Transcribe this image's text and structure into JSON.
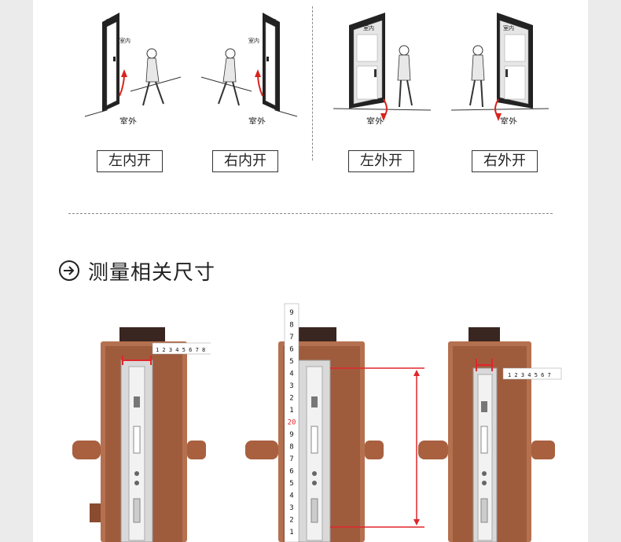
{
  "doors": [
    {
      "id": "left-inward",
      "label": "左内开",
      "inside": "室内",
      "outside": "室外"
    },
    {
      "id": "right-inward",
      "label": "右内开",
      "inside": "室内",
      "outside": "室外"
    },
    {
      "id": "left-outward",
      "label": "左外开",
      "inside": "室内",
      "outside": "室外"
    },
    {
      "id": "right-outward",
      "label": "右外开",
      "inside": "室内",
      "outside": "室外"
    }
  ],
  "section": {
    "title": "测量相关尺寸",
    "icon": "arrow-circle-right-icon"
  },
  "rulers": {
    "horizontal_digits": [
      "1",
      "2",
      "3",
      "4",
      "5",
      "6",
      "7",
      "8"
    ],
    "vertical_digits": [
      "9",
      "8",
      "7",
      "6",
      "5",
      "4",
      "3",
      "2",
      "1",
      "20",
      "9",
      "8",
      "7",
      "6",
      "5",
      "4",
      "3",
      "2",
      "1"
    ],
    "short_digits": [
      "1",
      "2",
      "3",
      "4",
      "5",
      "6",
      "7"
    ]
  },
  "colors": {
    "lock_body": "#b5714f",
    "lock_face": "#9e5c3d",
    "door_edge": "#3a2620",
    "faceplate": "#d9d9d9",
    "measure_red": "#e0262b"
  }
}
